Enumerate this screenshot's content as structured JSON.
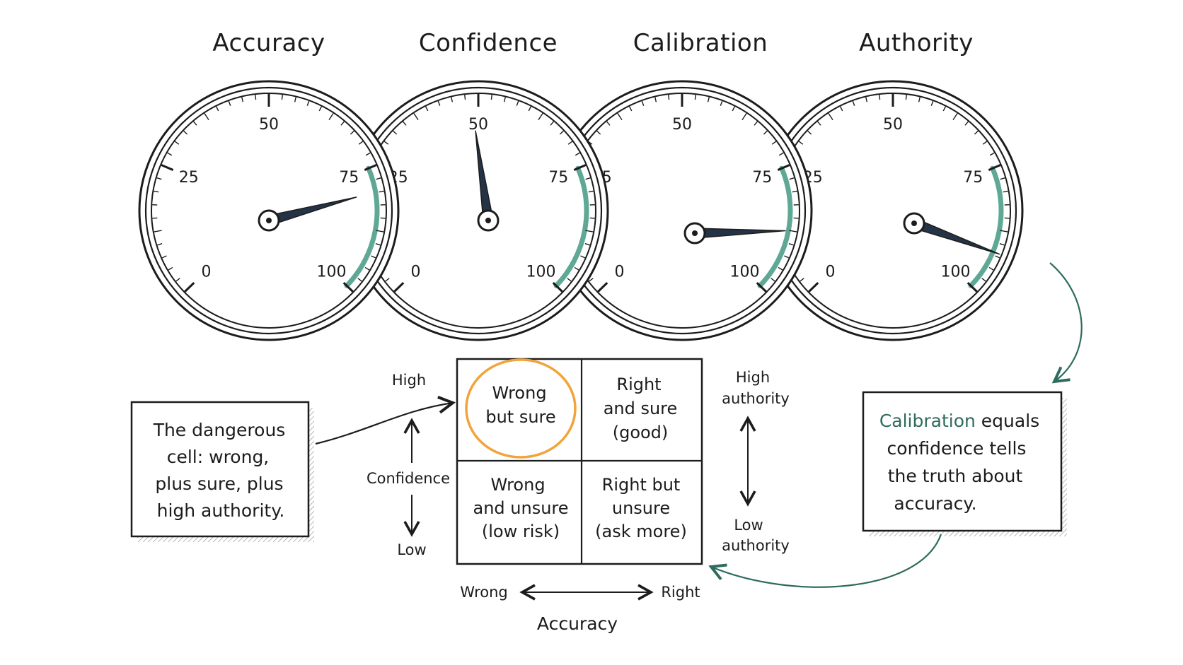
{
  "colors": {
    "ink": "#1c1c1c",
    "needle": "#253346",
    "good_arc": "#5fa896",
    "accent": "#2f6b5e",
    "highlight": "#f2a33a",
    "hatch": "#8a8a8a"
  },
  "gauges": [
    {
      "id": "accuracy",
      "title": "Accuracy",
      "value": 78
    },
    {
      "id": "confidence",
      "title": "Confidence",
      "value": 47
    },
    {
      "id": "calibration",
      "title": "Calibration",
      "value": 83
    },
    {
      "id": "authority",
      "title": "Authority",
      "value": 91
    }
  ],
  "gauge_scale": {
    "min": 0,
    "max": 100,
    "labels": [
      "0",
      "25",
      "50",
      "75",
      "100"
    ],
    "good_zone": [
      75,
      100
    ]
  },
  "left_note": {
    "lines": [
      "The dangerous",
      "cell: wrong,",
      "plus sure, plus",
      "high authority."
    ]
  },
  "right_note": {
    "highlight": "Calibration",
    "line1_rest": " equals",
    "lines": [
      "confidence tells",
      "the truth about",
      "accuracy."
    ]
  },
  "matrix": {
    "cells": {
      "top_left": [
        "Wrong",
        "but sure"
      ],
      "top_right": [
        "Right",
        "and sure",
        "(good)"
      ],
      "bottom_left": [
        "Wrong",
        "and unsure",
        "(low risk)"
      ],
      "bottom_right": [
        "Right but",
        "unsure",
        "(ask more)"
      ]
    },
    "y_axis": {
      "high": "High",
      "label": "Confidence",
      "low": "Low"
    },
    "x_axis": {
      "left": "Wrong",
      "right": "Right",
      "label": "Accuracy"
    },
    "right_axis": {
      "high": [
        "High",
        "authority"
      ],
      "low": [
        "Low",
        "authority"
      ]
    }
  }
}
